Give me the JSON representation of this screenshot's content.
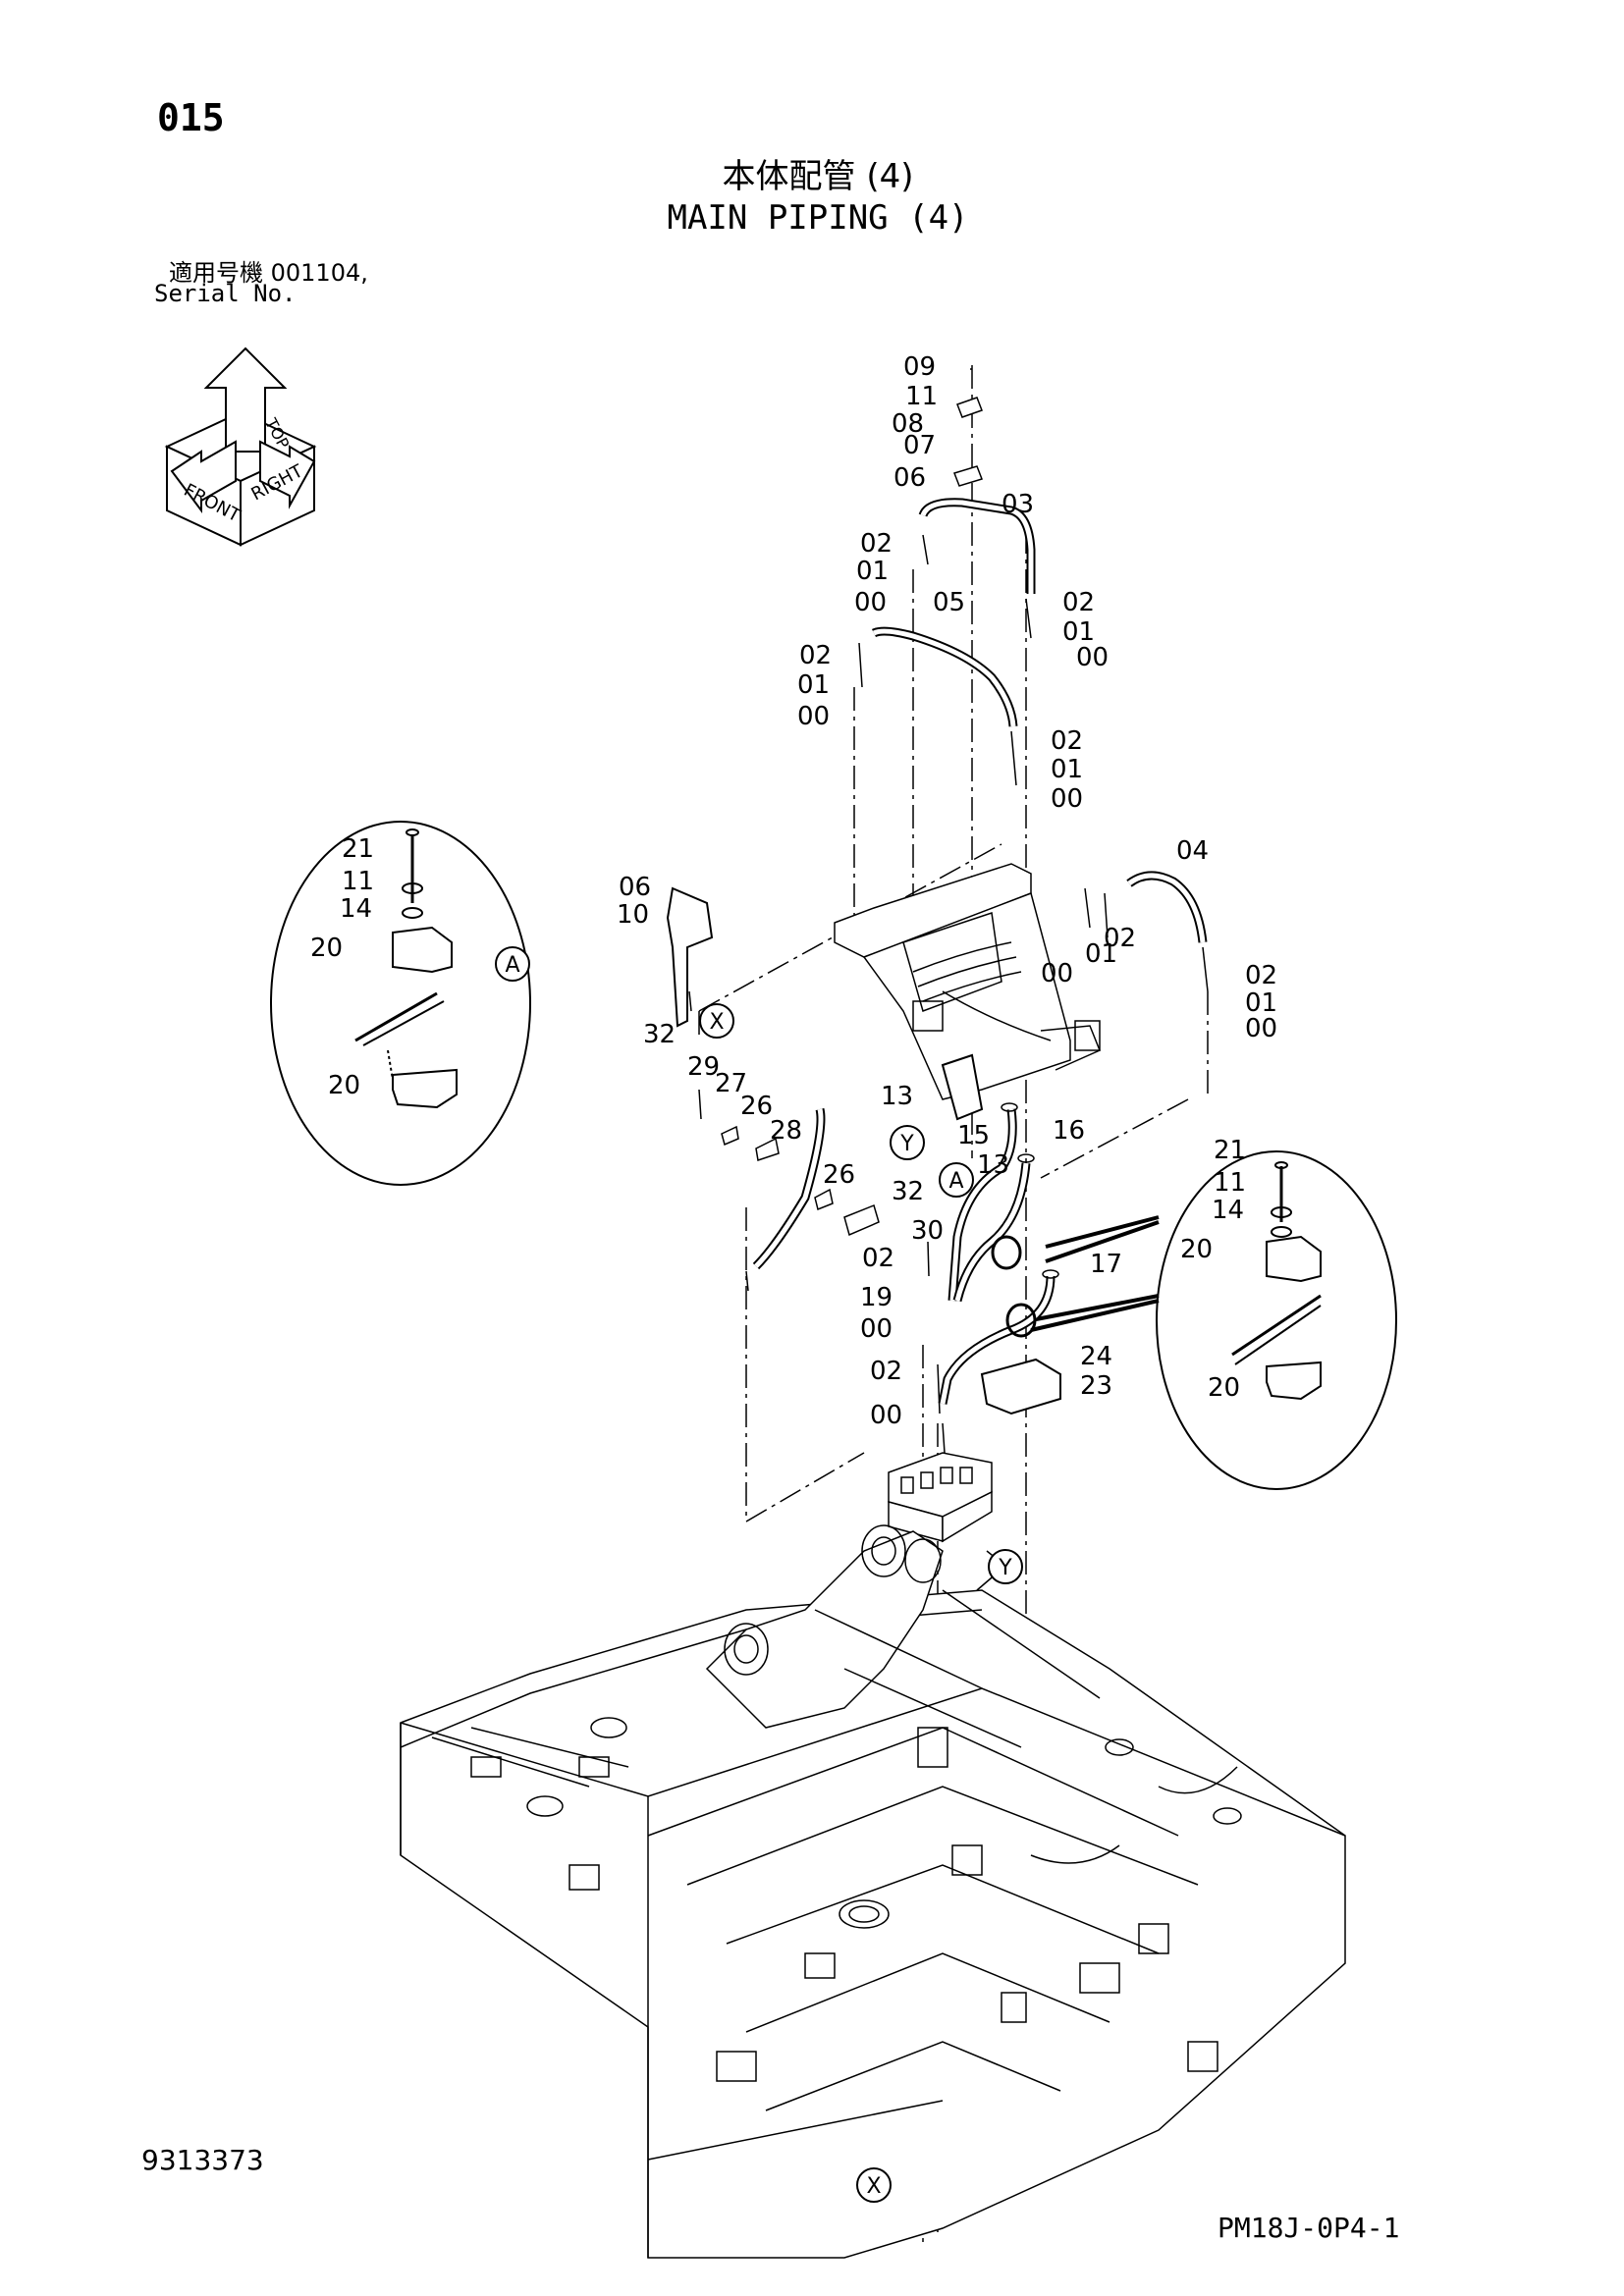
{
  "header": {
    "page_number": "015",
    "title_jp": "本体配管 (4)",
    "title_en": "MAIN PIPING (4)",
    "serial_label_jp": "適用号機  001104,",
    "serial_label_en": "Serial No."
  },
  "orientation_icon": {
    "labels": [
      "FRONT",
      "RIGHT",
      "TOP"
    ]
  },
  "callouts": {
    "part_labels": [
      "09",
      "11",
      "08",
      "07",
      "06",
      "03",
      "02",
      "01",
      "00",
      "05",
      "02",
      "01",
      "00",
      "02",
      "01",
      "00",
      "02",
      "01",
      "00",
      "04",
      "06",
      "10",
      "32",
      "29",
      "27",
      "26",
      "28",
      "26",
      "32",
      "30",
      "13",
      "15",
      "13",
      "16",
      "02",
      "19",
      "00",
      "17",
      "02",
      "00",
      "24",
      "23",
      "02",
      "01",
      "00",
      "00",
      "01",
      "02",
      "21",
      "11",
      "14",
      "20",
      "20",
      "21",
      "11",
      "14",
      "20",
      "20"
    ],
    "reference_markers": [
      "A",
      "X",
      "Y",
      "A",
      "Y",
      "X"
    ]
  },
  "footer": {
    "drawing_number": "9313373",
    "page_code": "PM18J-0P4-1"
  }
}
